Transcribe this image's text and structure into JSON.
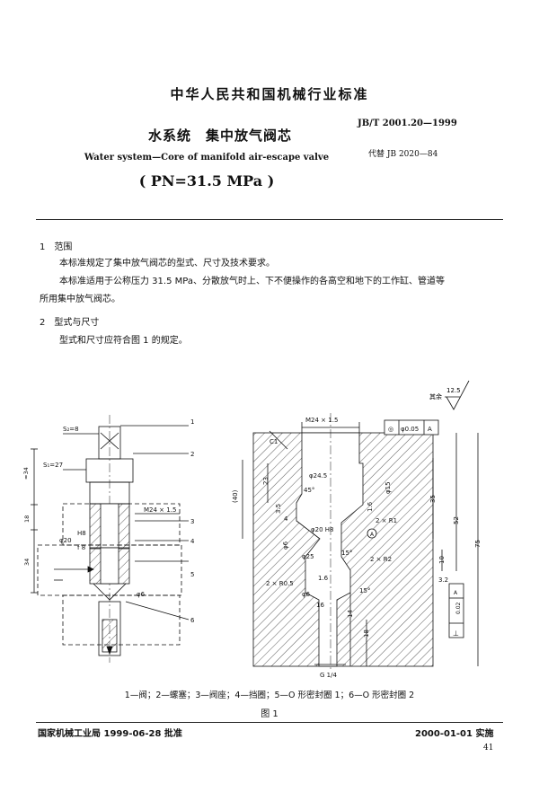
{
  "header": {
    "standard_title": "中华人民共和国机械行业标准",
    "title_cn": "水系统　集中放气阀芯",
    "title_en": "Water system—Core of manifold air-escape valve",
    "pressure": "( PN=31.5 MPa )",
    "standard_number": "JB/T 2001.20—1999",
    "replaces": "代替 JB 2020—84"
  },
  "sections": [
    {
      "heading": "1　范围",
      "paragraphs": [
        "本标准规定了集中放气阀芯的型式、尺寸及技术要求。",
        "本标准适用于公称压力 31.5 MPa、分散放气时上、下不便操作的各高空和地下的工作缸、管道等",
        "所用集中放气阀芯。"
      ]
    },
    {
      "heading": "2　型式与尺寸",
      "paragraphs": [
        "型式和尺寸应符合图 1 的规定。"
      ]
    }
  ],
  "figure": {
    "roughness_label": "其余",
    "roughness_value": "12.5",
    "left_labels": {
      "s2": "S₂=8",
      "s1": "S₁=27",
      "approx34": "≈34",
      "d18": "18",
      "d34": "34",
      "m24": "M24 × 1.5",
      "h8": "H8",
      "phi20": "φ20",
      "f8": "f 8",
      "phi6": "φ6"
    },
    "callouts": [
      "1",
      "2",
      "3",
      "4",
      "5",
      "6"
    ],
    "right_labels": {
      "m24": "M24 × 1.5",
      "tol_sym": "◎",
      "tol_val": "φ0.05",
      "tol_ref": "A",
      "c1": "C1",
      "phi24_5": "φ24.5",
      "deg45": "45°",
      "phi20h8": "φ20 H8",
      "d40": "(40)",
      "d23": "23",
      "d3_5": "3.5",
      "d4": "4",
      "phi6a": "φ6",
      "phi25": "φ25",
      "deg15": "15°",
      "r2_0_5": "2 × R0.5",
      "phi6b": "φ6",
      "d1_6": "1.6",
      "deg15b": "15°",
      "phi15": "φ15",
      "d1_6b": "1.6",
      "r1": "2 × R1",
      "r2": "2 × R2",
      "circA": "A",
      "d35": "35",
      "d52": "52",
      "d75": "75",
      "d10": "10",
      "d3_2": "3.2",
      "d14": "14",
      "d18": "18",
      "g14": "G 1/4",
      "perp": "⊥",
      "perp_val": "0.02",
      "perp_ref": "A",
      "d16": "16"
    },
    "caption": "1—阀；2—螺塞；3—阀座；4—挡圈；5—O 形密封圈 1；6—O 形密封圈 2",
    "number": "图 1"
  },
  "footer": {
    "issuer": "国家机械工业局 1999-06-28 批准",
    "implement": "2000-01-01 实施",
    "page": "41"
  }
}
